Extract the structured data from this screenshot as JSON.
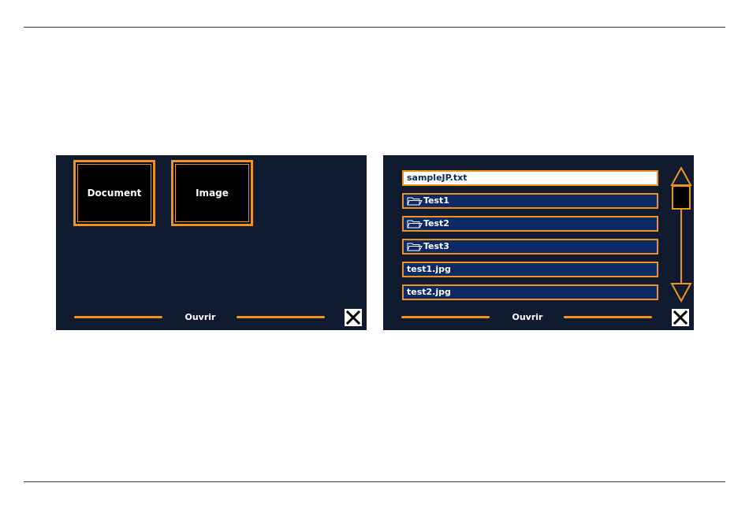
{
  "left_panel": {
    "tiles": [
      {
        "label": "Document"
      },
      {
        "label": "Image"
      }
    ],
    "footer_label": "Ouvrir",
    "close_icon": "close-icon"
  },
  "right_panel": {
    "files": [
      {
        "name": "sampleJP.txt",
        "type": "file",
        "selected": true
      },
      {
        "name": "Test1",
        "type": "folder",
        "selected": false
      },
      {
        "name": "Test2",
        "type": "folder",
        "selected": false
      },
      {
        "name": "Test3",
        "type": "folder",
        "selected": false
      },
      {
        "name": "test1.jpg",
        "type": "file",
        "selected": false
      },
      {
        "name": "test2.jpg",
        "type": "file",
        "selected": false
      }
    ],
    "footer_label": "Ouvrir",
    "close_icon": "close-icon",
    "scroll_position": 0
  },
  "colors": {
    "background": "#101b30",
    "accent": "#f0931d",
    "item_fill": "#0c2a63",
    "text": "#ffffff"
  }
}
